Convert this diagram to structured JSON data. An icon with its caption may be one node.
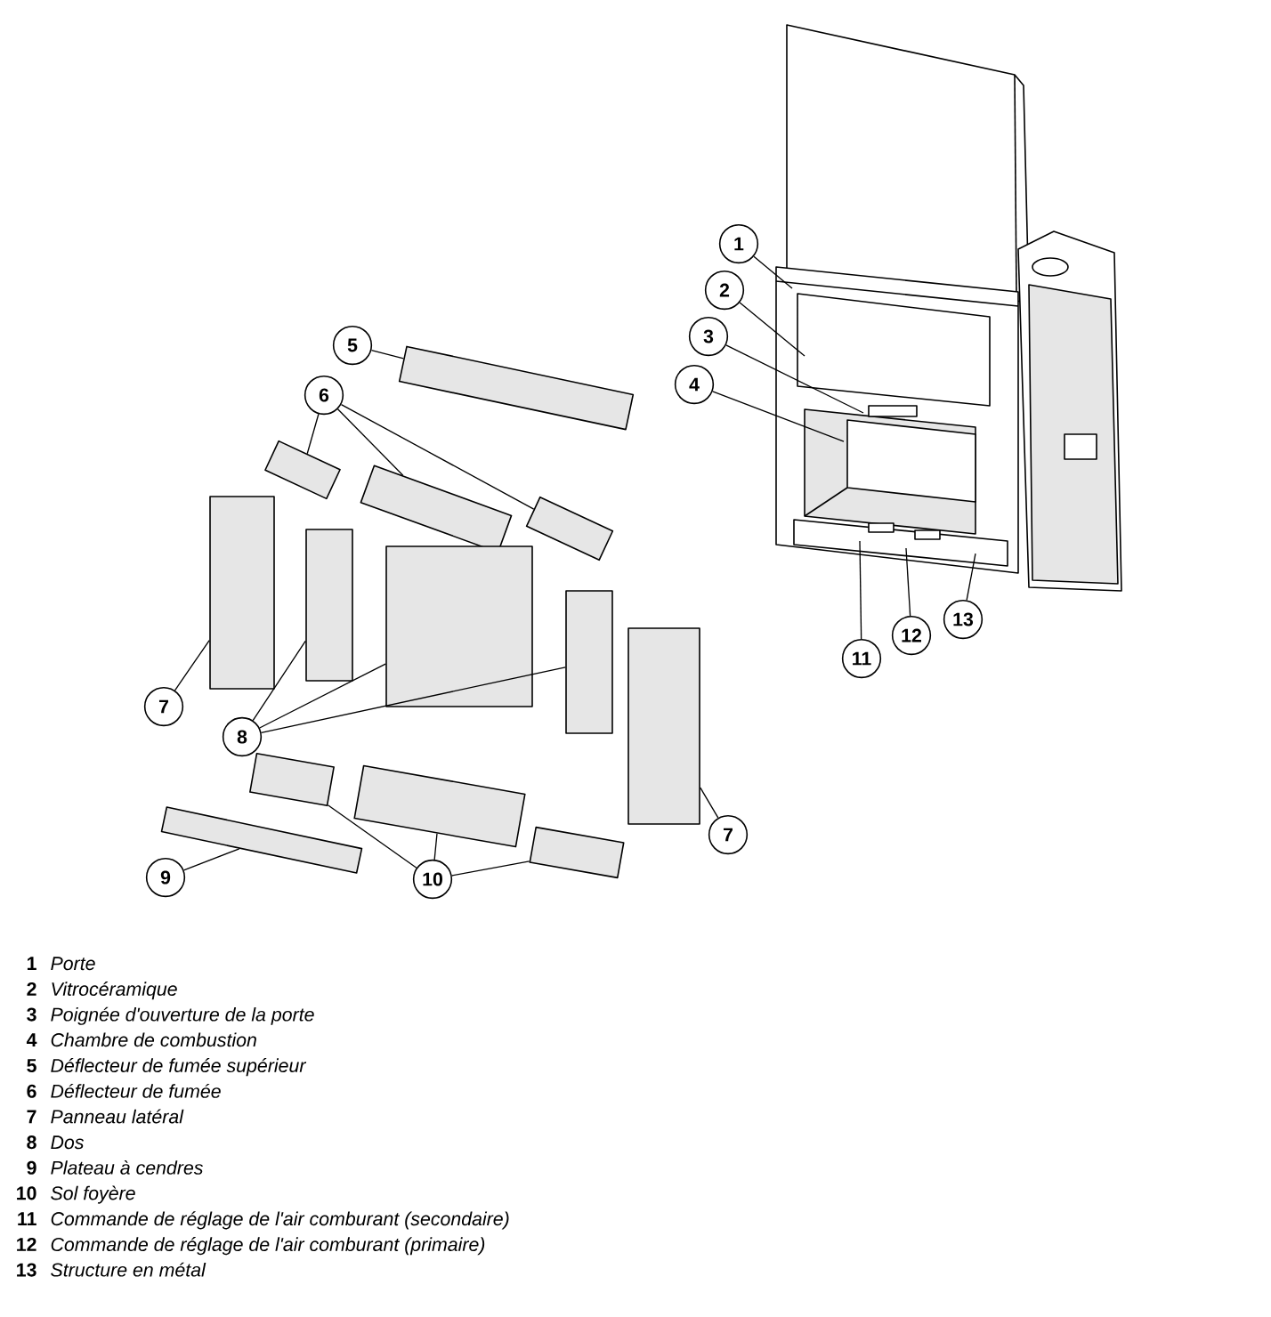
{
  "diagram": {
    "nodes": [
      {
        "text": [
          "1"
        ]
      },
      {
        "text": [
          "2"
        ]
      },
      {
        "text": [
          "3"
        ]
      },
      {
        "text": [
          "4"
        ]
      },
      {
        "text": [
          "5"
        ]
      },
      {
        "text": [
          "6"
        ]
      },
      {
        "text": [
          "7"
        ]
      },
      {
        "text": [
          "8"
        ]
      },
      {
        "text": [
          "9"
        ]
      },
      {
        "text": [
          "10"
        ]
      },
      {
        "text": [
          "7"
        ]
      },
      {
        "text": [
          "11"
        ]
      },
      {
        "text": [
          "12"
        ]
      },
      {
        "text": [
          "13"
        ]
      },
      {
        "text": [],
        "shape": "box"
      },
      {
        "text": [],
        "shape": "box"
      },
      {
        "text": [],
        "shape": "box"
      },
      {
        "text": [],
        "shape": "box"
      },
      {
        "text": [],
        "shape": "box"
      },
      {
        "text": [],
        "shape": "box"
      },
      {
        "text": [],
        "shape": "box"
      },
      {
        "text": [],
        "shape": "box"
      },
      {
        "text": [],
        "shape": "box"
      },
      {
        "text": [],
        "shape": "box"
      },
      {
        "text": [],
        "shape": "box"
      },
      {
        "text": [],
        "shape": "box"
      },
      {
        "text": [],
        "shape": "box"
      }
    ],
    "edges": [
      {
        "from": 0,
        "to": null,
        "arrow": "none"
      },
      {
        "from": 1,
        "to": null,
        "arrow": "none"
      },
      {
        "from": 2,
        "to": null,
        "arrow": "none"
      },
      {
        "from": 3,
        "to": null,
        "arrow": "none"
      },
      {
        "from": 4,
        "to": 14,
        "arrow": "none"
      },
      {
        "from": 5,
        "to": 15,
        "arrow": "none"
      },
      {
        "from": 5,
        "to": 16,
        "arrow": "none"
      },
      {
        "from": 5,
        "to": 17,
        "arrow": "none"
      },
      {
        "from": 6,
        "to": 18,
        "arrow": "none"
      },
      {
        "from": 7,
        "to": 19,
        "arrow": "none"
      },
      {
        "from": 7,
        "to": 20,
        "arrow": "none"
      },
      {
        "from": 7,
        "to": 21,
        "arrow": "none"
      },
      {
        "from": 8,
        "to": 23,
        "arrow": "none"
      },
      {
        "from": 9,
        "to": 24,
        "arrow": "none"
      },
      {
        "from": 9,
        "to": 25,
        "arrow": "none"
      },
      {
        "from": 9,
        "to": 26,
        "arrow": "none"
      },
      {
        "from": 10,
        "to": 22,
        "arrow": "none"
      },
      {
        "from": 11,
        "to": null,
        "arrow": "none"
      },
      {
        "from": 12,
        "to": null,
        "arrow": "none"
      },
      {
        "from": 13,
        "to": null,
        "arrow": "none"
      }
    ],
    "labels": [
      "1",
      "Porte",
      "2",
      "Vitrocéramique",
      "3",
      "Poignée d'ouverture de la porte",
      "4",
      "Chambre de combustion",
      "5",
      "Déflecteur de fumée supérieur",
      "6",
      "Déflecteur de fumée",
      "7",
      "Panneau latéral",
      "8",
      "Dos",
      "9",
      "Plateau à cendres",
      "10",
      "Sol foyère",
      "11",
      "Commande de réglage de l'air comburant (secondaire)",
      "12",
      "Commande de réglage de l'air comburant (primaire)",
      "13",
      "Structure en métal"
    ]
  }
}
